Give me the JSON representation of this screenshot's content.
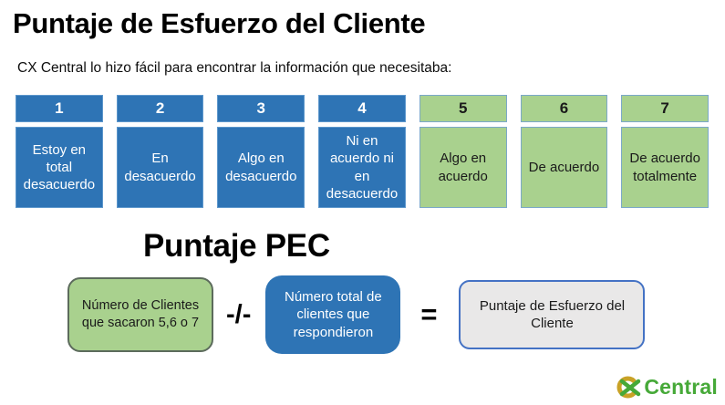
{
  "title": "Puntaje de Esfuerzo del Cliente",
  "subtitle": "CX Central lo hizo fácil para encontrar la información que necesitaba:",
  "scale": {
    "items": [
      {
        "number": "1",
        "label": "Estoy en total desacuerdo",
        "type": "blue"
      },
      {
        "number": "2",
        "label": "En desacuerdo",
        "type": "blue"
      },
      {
        "number": "3",
        "label": "Algo en desacuerdo",
        "type": "blue"
      },
      {
        "number": "4",
        "label": "Ni en acuerdo ni en desacuerdo",
        "type": "blue"
      },
      {
        "number": "5",
        "label": "Algo en acuerdo",
        "type": "green"
      },
      {
        "number": "6",
        "label": "De acuerdo",
        "type": "green"
      },
      {
        "number": "7",
        "label": "De acuerdo totalmente",
        "type": "green"
      }
    ]
  },
  "formula": {
    "heading": "Puntaje PEC",
    "numerator": "Número de Clientes que sacaron 5,6 o 7",
    "operator": "-/-",
    "denominator": "Número total de clientes que respondieron",
    "equals": "=",
    "result": "Puntaje de Esfuerzo del Cliente"
  },
  "logo": {
    "text": "Central"
  },
  "colors": {
    "blue": "#2e74b5",
    "green": "#a9d18e",
    "gray_box": "#e9e8e8",
    "gray_box_border": "#4472c4",
    "green_box_border": "#5c6b5c",
    "logo_green": "#46a938",
    "logo_yellow": "#c9a227"
  }
}
